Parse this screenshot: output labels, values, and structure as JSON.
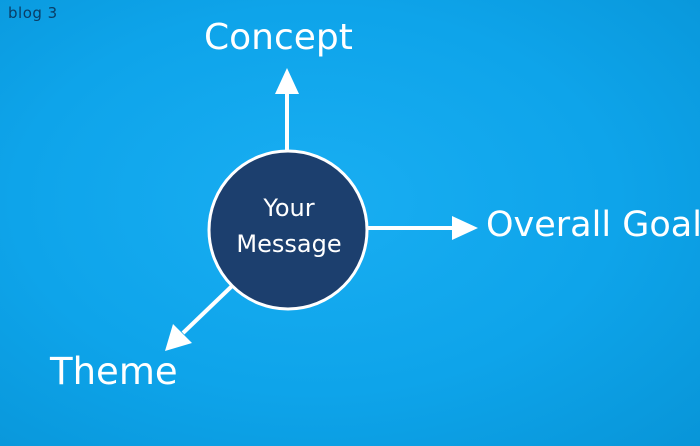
{
  "watermark": "blog 3",
  "center": {
    "line1": "Your",
    "line2": "Message"
  },
  "branches": {
    "top": "Concept",
    "right": "Overall Goal",
    "bottom_left": "Theme"
  },
  "colors": {
    "background": "#0ea4ea",
    "circle_fill": "#1c3f6e",
    "circle_stroke": "#ffffff",
    "arrow": "#ffffff"
  }
}
